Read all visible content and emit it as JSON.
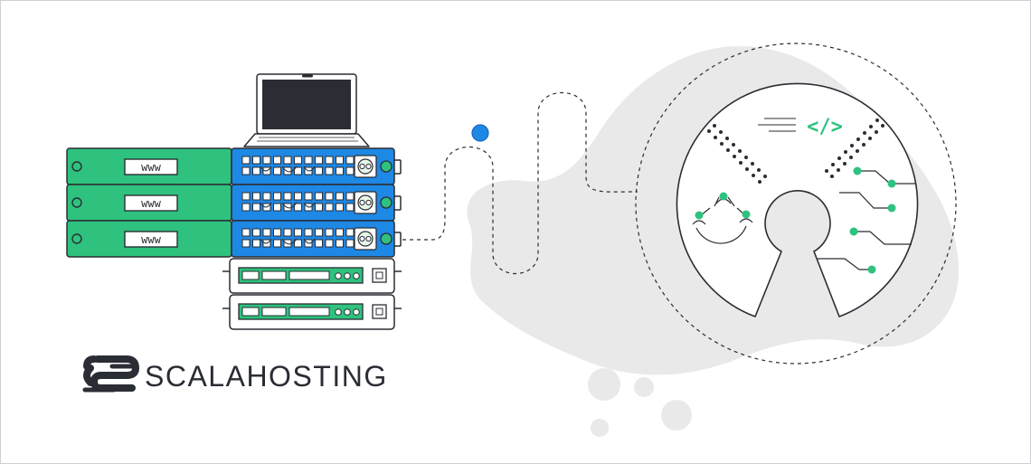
{
  "brand": {
    "name": "SCALAHOSTING",
    "logo_icon": "scalahosting-s-logo"
  },
  "servers": {
    "green_units_label": [
      "www",
      "www",
      "www"
    ],
    "blue_units_count": 3,
    "white_units_count": 2
  },
  "code_symbol": "</>",
  "colors": {
    "green": "#2ec27e",
    "green_dark": "#1d8f56",
    "blue": "#1e88e5",
    "dot_blue": "#1e88e5",
    "outline": "#2a2d33",
    "blob": "#e9e9ea",
    "bg": "#ffffff"
  },
  "icons": [
    "laptop-icon",
    "server-rack-icon",
    "open-source-keyhole-icon",
    "code-icon",
    "people-network-icon",
    "circuit-icon"
  ]
}
